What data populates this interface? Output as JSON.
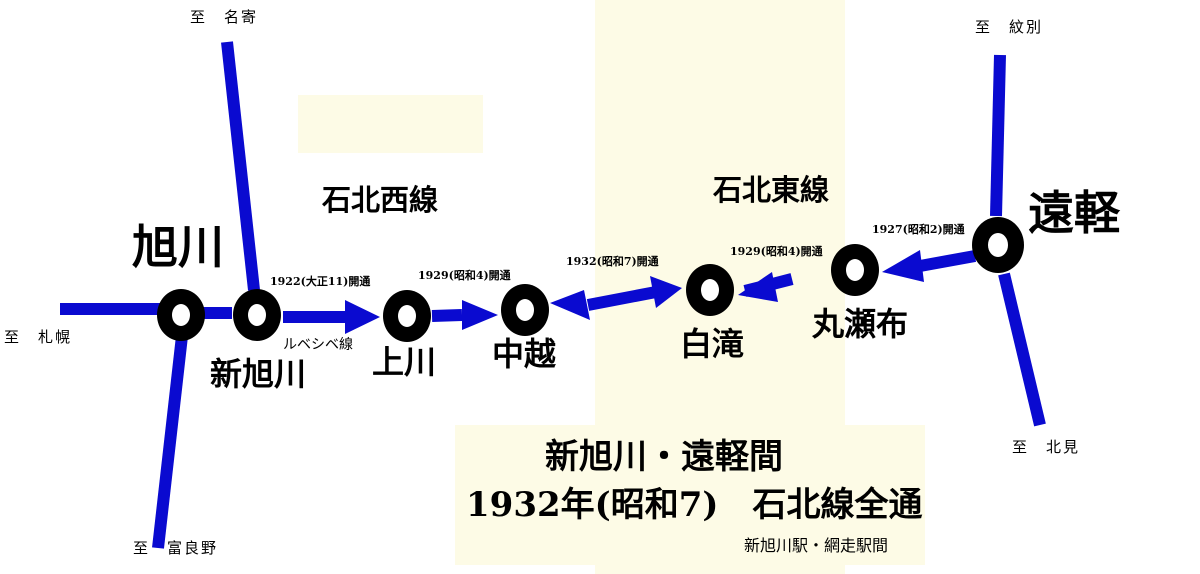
{
  "destinations": {
    "nayoro": "至　名寄",
    "monbetsu": "至　紋別",
    "sapporo": "至　札幌",
    "furano": "至　富良野",
    "kitami": "至　北見"
  },
  "stations": {
    "asahikawa": "旭川",
    "shin_asahikawa": "新旭川",
    "kamikawa": "上川",
    "nakakoshi": "中越",
    "shirataki": "白滝",
    "maruseppu": "丸瀬布",
    "engaru": "遠軽"
  },
  "lines": {
    "west": "石北西線",
    "east": "石北東線",
    "rubeshibe": "ルベシベ線"
  },
  "openings": {
    "shin_asahikawa_kamikawa": "1922(大正11)開通",
    "kamikawa_nakakoshi": "1929(昭和4)開通",
    "nakakoshi_shirataki": "1932(昭和7)開通",
    "shirataki_maruseppu": "1929(昭和4)開通",
    "maruseppu_engaru": "1927(昭和2)開通"
  },
  "summary": {
    "line1": "新旭川・遠軽間",
    "line2": "1932年(昭和7)　石北線全通",
    "note": "新旭川駅・網走駅間"
  },
  "colors": {
    "track": "#0a0ad0",
    "station": "#000000",
    "highlight": "#fdfbe6"
  }
}
